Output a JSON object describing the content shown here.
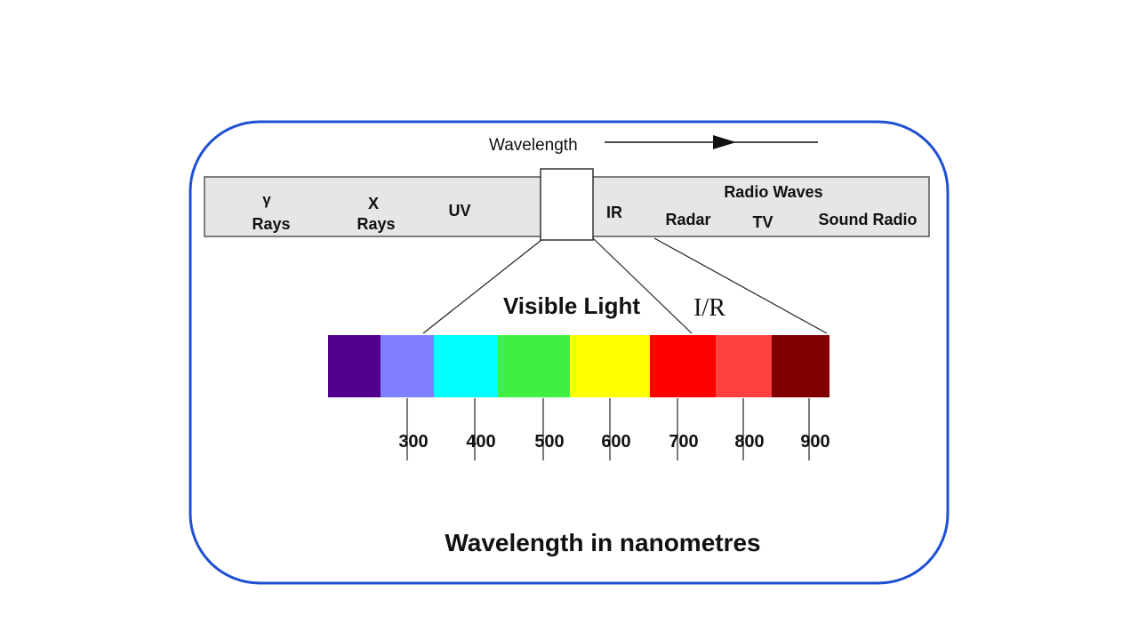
{
  "spectrum": {
    "wavelength_label": "Wavelength",
    "bands": {
      "gamma_symbol": "γ",
      "gamma_rays": "Rays",
      "x_symbol": "X",
      "x_rays": "Rays",
      "uv": "UV",
      "ir": "IR",
      "radio_waves": "Radio Waves",
      "radar": "Radar",
      "tv": "TV",
      "sound_radio": "Sound Radio"
    }
  },
  "visible": {
    "title": "Visible Light",
    "ir_label": "I/R",
    "swatches": [
      {
        "name": "violet",
        "color": "#52008f"
      },
      {
        "name": "lavender",
        "color": "#8080ff"
      },
      {
        "name": "cyan",
        "color": "#00ffff"
      },
      {
        "name": "green",
        "color": "#40f040"
      },
      {
        "name": "yellow",
        "color": "#ffff00"
      },
      {
        "name": "red",
        "color": "#ff0000"
      },
      {
        "name": "light-red",
        "color": "#ff4040"
      },
      {
        "name": "maroon",
        "color": "#800000"
      }
    ],
    "ticks": [
      "300",
      "400",
      "500",
      "600",
      "700",
      "800",
      "900"
    ]
  },
  "axis_title": "Wavelength in nanometres",
  "colors": {
    "frame": "#1f4fd1",
    "band_fill": "#e6e6e6",
    "band_stroke": "#555555"
  }
}
